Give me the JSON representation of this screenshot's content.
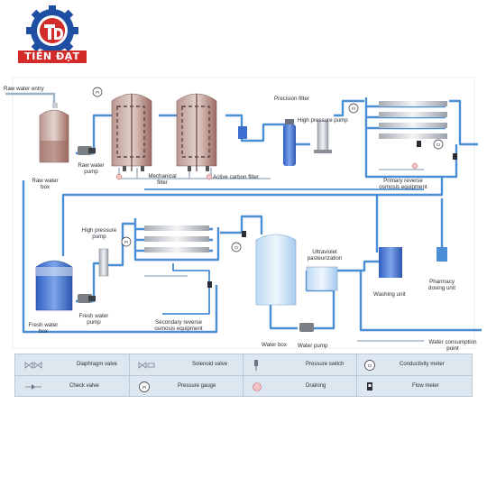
{
  "logo": {
    "text": "TIẾN ĐẠT",
    "brand_color": "#d32a2a",
    "accent_color": "#1f4fa3"
  },
  "labels": {
    "raw_water_entry": "Raw water entry",
    "raw_water_box": "Raw water box",
    "raw_water_pump": "Raw water pump",
    "mechanical_filter": "Mechanical filter",
    "active_carbon_filter": "Active carbon filter",
    "precision_filter": "Precision filter",
    "high_pressure_pump_1": "High pressure pump",
    "primary_ro": "Primary reverse osmosis equipment",
    "high_pressure_pump_2": "High pressure pump",
    "fresh_water_box": "Fresh water box",
    "fresh_water_pump": "Fresh water pump",
    "secondary_ro": "Secondary reverse osmosis equipment",
    "uv_pasteurization": "Ultraviolet pasteurization",
    "washing_unit": "Washing unit",
    "pharmacy_dosing": "Pharmacy dosing unit",
    "water_box": "Water box",
    "water_pump": "Water pump",
    "water_consumption_point": "Water consumption point"
  },
  "symbols": {
    "pi": "PI",
    "ci": "CI"
  },
  "legend": [
    {
      "label": "Diaphragm valve",
      "icon": "diaphragm-valve-icon"
    },
    {
      "label": "Solenoid valve",
      "icon": "solenoid-valve-icon"
    },
    {
      "label": "Pressure switch",
      "icon": "pressure-switch-icon"
    },
    {
      "label": "Conductivity meter",
      "icon": "conductivity-meter-icon"
    },
    {
      "label": "Check valve",
      "icon": "check-valve-icon"
    },
    {
      "label": "Pressure gauge",
      "icon": "pressure-gauge-icon"
    },
    {
      "label": "Draining",
      "icon": "draining-icon"
    },
    {
      "label": "Flow meter",
      "icon": "flow-meter-icon"
    }
  ],
  "colors": {
    "pipe": "#4a8ed6",
    "drain_pipe": "#a9b9cc",
    "tank_brown": "#9c6b62",
    "tank_blue": "#3d6fd0",
    "frame": "#1e3c7a"
  }
}
